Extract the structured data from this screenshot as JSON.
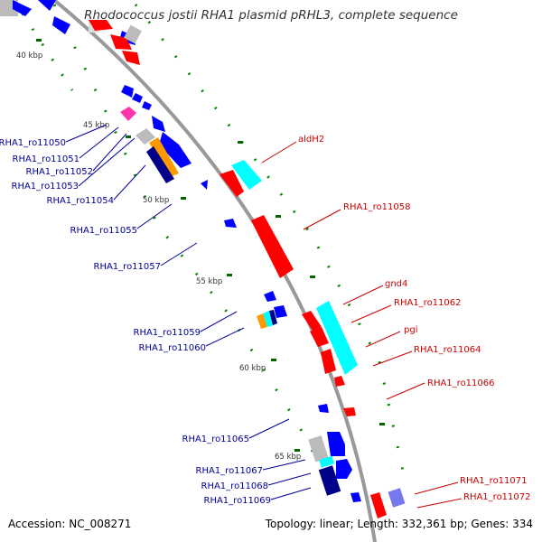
{
  "title": "Rhodococcus jostii RHA1 plasmid pRHL3, complete sequence",
  "footer": {
    "accession": "Accession: NC_008271",
    "topology": "Topology: linear; Length: 332,361 bp; Genes: 334"
  },
  "colors": {
    "forward_gene": "#ff0000",
    "reverse_gene": "#0000ff",
    "rna_cyan": "#00ffff",
    "orange": "#ff9900",
    "magenta": "#ff33aa",
    "gray": "#bbbbbb",
    "navy": "#000088",
    "lavender": "#7777ee",
    "backbone": "#999999",
    "gc_dots": "#008800",
    "forward_label": "#cc0000",
    "reverse_label": "#000099"
  },
  "scale_labels": [
    "40 kbp",
    "45 kbp",
    "50 kbp",
    "55 kbp",
    "60 kbp",
    "65 kbp"
  ],
  "forward_labels": [
    "aldH2",
    "RHA1_ro11058",
    "gnd4",
    "RHA1_ro11062",
    "pgi",
    "RHA1_ro11064",
    "RHA1_ro11066",
    "RHA1_ro11071",
    "RHA1_ro11072"
  ],
  "reverse_labels": [
    "RHA1_ro11050",
    "RHA1_ro11051",
    "RHA1_ro11052",
    "RHA1_ro11053",
    "RHA1_ro11054",
    "RHA1_ro11055",
    "RHA1_ro11057",
    "RHA1_ro11059",
    "RHA1_ro11060",
    "RHA1_ro11065",
    "RHA1_ro11067",
    "RHA1_ro11068",
    "RHA1_ro11069"
  ]
}
